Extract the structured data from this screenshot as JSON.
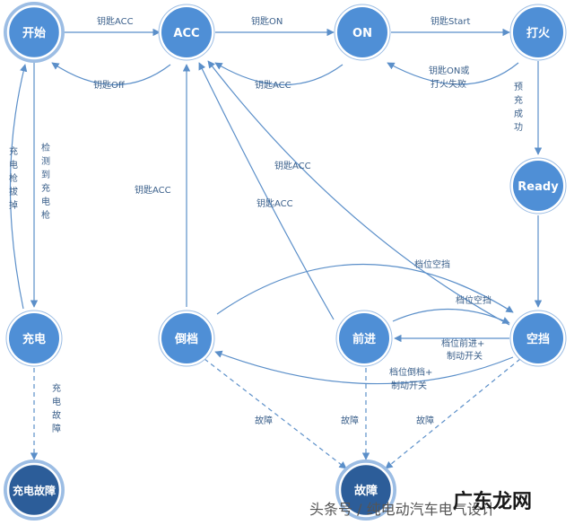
{
  "colors": {
    "node_fill": "#4f8fd6",
    "node_ring": "#ffffff",
    "node_shadow": "#9cbde4",
    "fault_fill": "#2c5d99",
    "edge": "#5b8fc9",
    "label": "#3a5f8a"
  },
  "nodes": {
    "start": "开始",
    "acc": "ACC",
    "on": "ON",
    "ignite": "打火",
    "ready": "Ready",
    "charge": "充电",
    "reverse": "倒档",
    "forward": "前进",
    "neutral": "空挡",
    "charge_fault": "充电故障",
    "fault": "故障"
  },
  "edges": {
    "start_to_acc": "钥匙ACC",
    "acc_to_on": "钥匙ON",
    "on_to_ignite": "钥匙Start",
    "acc_to_start": "钥匙Off",
    "on_to_acc": "钥匙ACC",
    "ignite_to_on": [
      "钥匙ON或",
      "打火失败"
    ],
    "ignite_to_ready": [
      "预",
      "充",
      "成",
      "功"
    ],
    "charge_to_start": [
      "充",
      "电",
      "枪",
      "拔",
      "掉"
    ],
    "start_to_charge": [
      "检",
      "测",
      "到",
      "充",
      "电",
      "枪"
    ],
    "reverse_to_acc": "钥匙ACC",
    "neutral_to_acc": "钥匙ACC",
    "forward_to_acc": "钥匙ACC",
    "reverse_to_neutral": "档位空挡",
    "forward_to_neutral": "档位空挡",
    "neutral_to_forward": [
      "档位前进+",
      "制动开关"
    ],
    "neutral_to_reverse": [
      "档位倒档+",
      "制动开关"
    ],
    "charge_to_charge_fault": [
      "充",
      "电",
      "故",
      "障"
    ],
    "reverse_to_fault": "故障",
    "forward_to_fault": "故障",
    "neutral_to_fault": "故障"
  },
  "watermark": {
    "text": "头条号 / 纯电动汽车电气设计",
    "brand": "广东龙网"
  }
}
